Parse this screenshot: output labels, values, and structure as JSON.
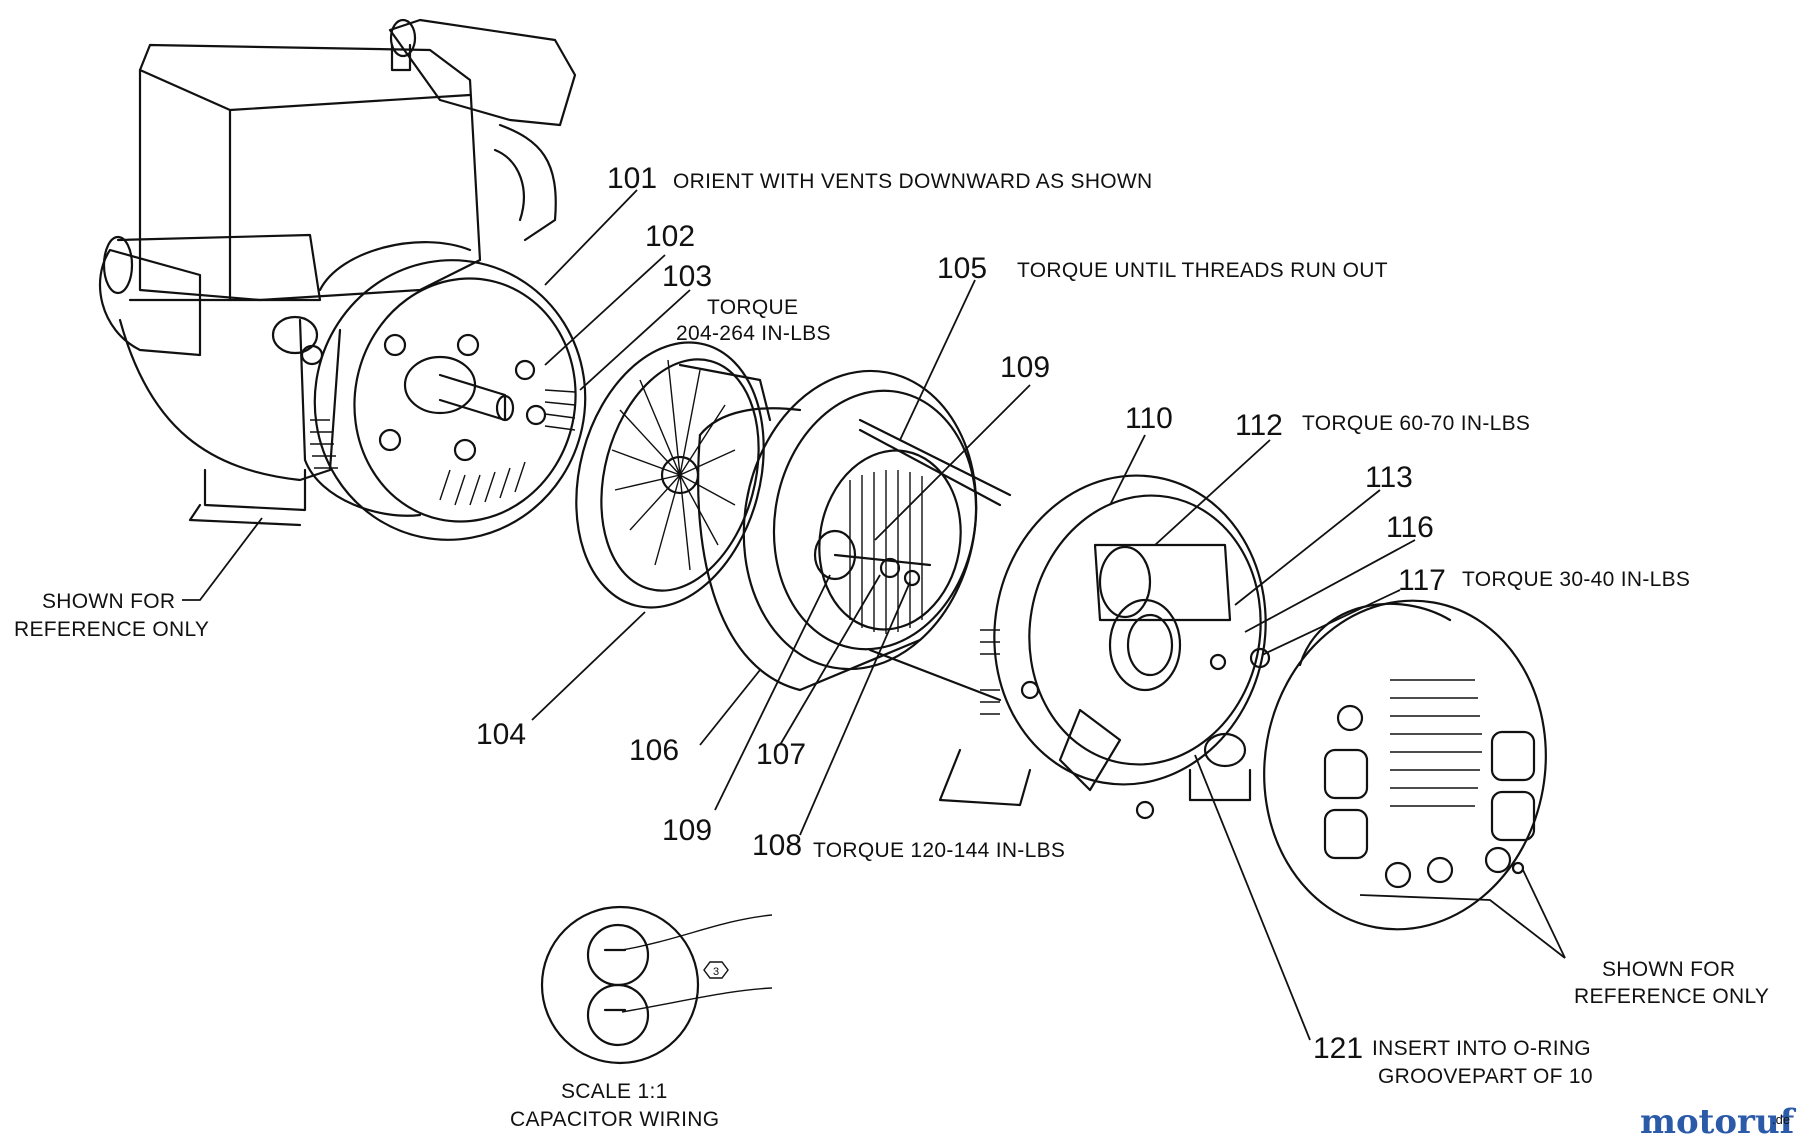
{
  "callouts": [
    {
      "num": "101",
      "note": "ORIENT WITH VENTS DOWNWARD AS SHOWN"
    },
    {
      "num": "102",
      "note": ""
    },
    {
      "num": "103",
      "note": "TORQUE",
      "note2": "204-264 IN-LBS"
    },
    {
      "num": "105",
      "note": "TORQUE UNTIL THREADS RUN OUT"
    },
    {
      "num": "109",
      "note": ""
    },
    {
      "num": "110",
      "note": ""
    },
    {
      "num": "112",
      "note": "TORQUE 60-70 IN-LBS"
    },
    {
      "num": "113",
      "note": ""
    },
    {
      "num": "116",
      "note": ""
    },
    {
      "num": "117",
      "note": "TORQUE 30-40 IN-LBS"
    },
    {
      "num": "104",
      "note": ""
    },
    {
      "num": "106",
      "note": ""
    },
    {
      "num": "107",
      "note": ""
    },
    {
      "num": "109",
      "note": ""
    },
    {
      "num": "108",
      "note": "TORQUE 120-144 IN-LBS"
    },
    {
      "num": "121",
      "note": "INSERT INTO O-RING",
      "note2": "GROOVEPART OF 10"
    }
  ],
  "reference_left": {
    "line1": "SHOWN FOR",
    "line2": "REFERENCE ONLY"
  },
  "reference_right": {
    "line1": "SHOWN FOR",
    "line2": "REFERENCE ONLY"
  },
  "capacitor": {
    "line1": "SCALE 1:1",
    "line2": "CAPACITOR WIRING",
    "marker": "3"
  },
  "watermark": {
    "main": "motoruf",
    "suffix": ".de"
  }
}
